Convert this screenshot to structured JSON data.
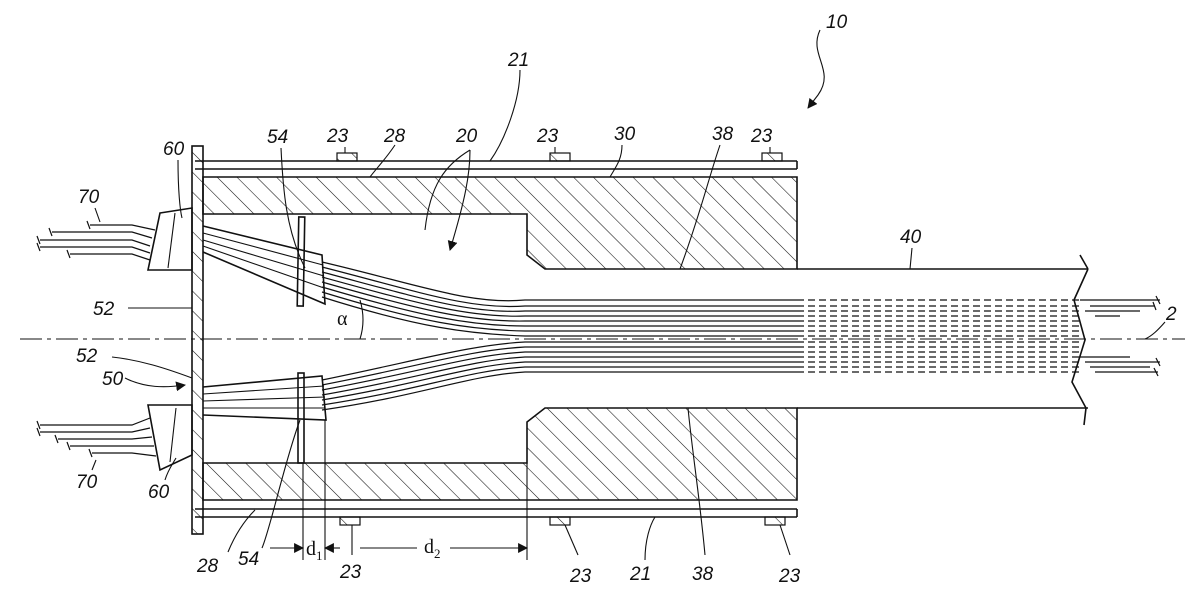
{
  "figure": {
    "labels": {
      "ref_10": "10",
      "ref_21_top": "21",
      "ref_21_bottom": "21",
      "ref_23_t1": "23",
      "ref_23_t2": "23",
      "ref_23_t3": "23",
      "ref_23_b1": "23",
      "ref_23_b2": "23",
      "ref_23_b3": "23",
      "ref_28_top": "28",
      "ref_28_bottom": "28",
      "ref_20": "20",
      "ref_30": "30",
      "ref_38_top": "38",
      "ref_38_bottom": "38",
      "ref_40": "40",
      "ref_2": "2",
      "ref_54_top": "54",
      "ref_54_bottom": "54",
      "ref_60_top": "60",
      "ref_60_bottom": "60",
      "ref_70_top": "70",
      "ref_70_bottom": "70",
      "ref_52_top": "52",
      "ref_52_bottom": "52",
      "ref_50": "50",
      "alpha": "α",
      "d1_main": "d",
      "d1_sub": "1",
      "d2_main": "d",
      "d2_sub": "2"
    }
  }
}
